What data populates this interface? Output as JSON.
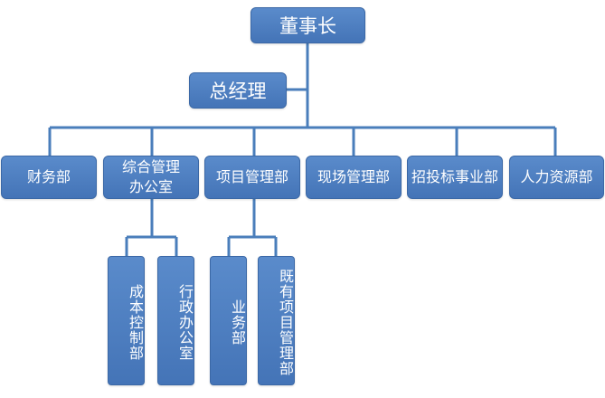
{
  "org": {
    "chairman": "董事长",
    "gm": "总经理",
    "departments": [
      {
        "label": "财务部"
      },
      {
        "label": "综合管理\n办公室"
      },
      {
        "label": "项目管理部"
      },
      {
        "label": "现场管理部"
      },
      {
        "label": "招投标事业部"
      },
      {
        "label": "人力资源部"
      }
    ],
    "sub_office": [
      {
        "label": "成本控制部"
      },
      {
        "label": "行政办公室"
      }
    ],
    "sub_project": [
      {
        "label": "业务部"
      },
      {
        "label": "既有项目管理部"
      }
    ]
  },
  "colors": {
    "box_fill": "#4f81bd",
    "connector": "#4a7ebb",
    "text": "#ffffff"
  }
}
